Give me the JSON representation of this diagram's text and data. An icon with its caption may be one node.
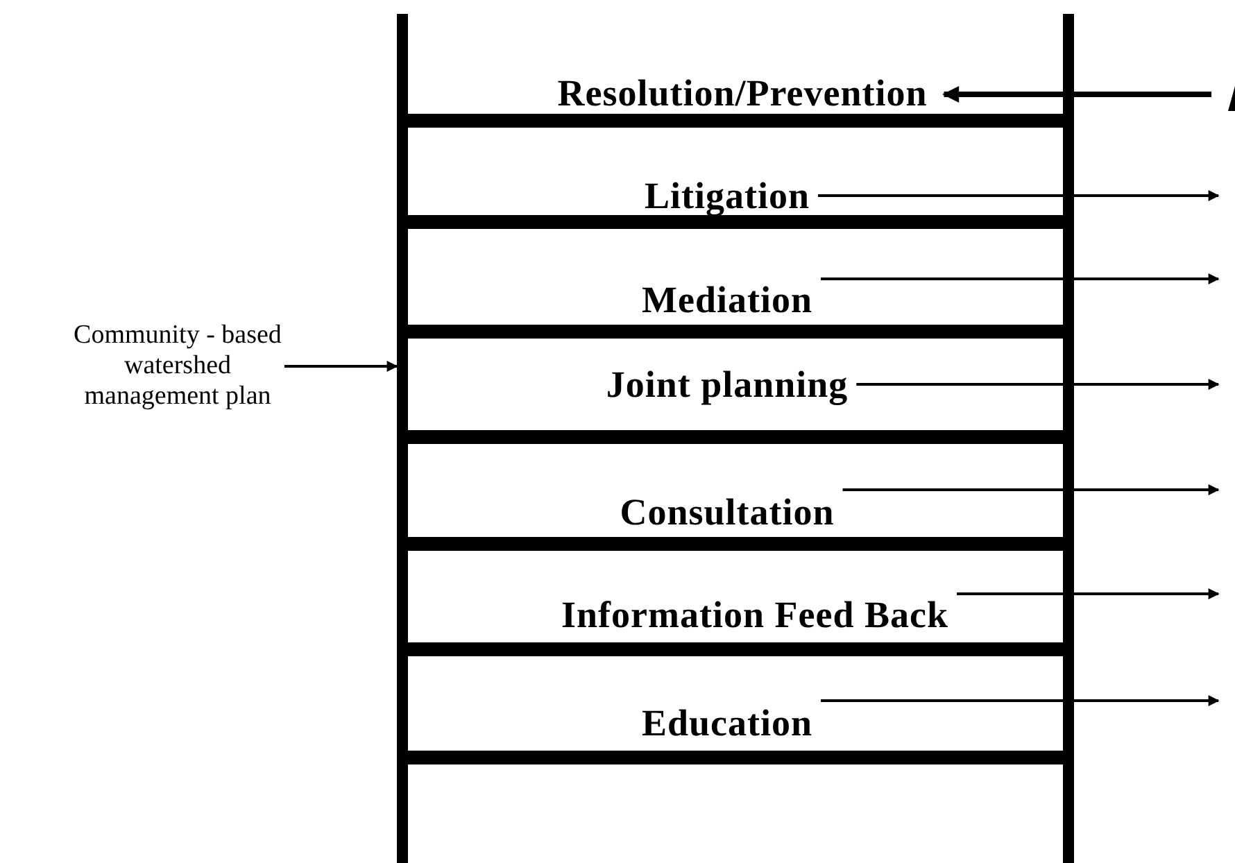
{
  "diagram": {
    "nodes": [
      {
        "text": [
          "Community - based watershed management plan"
        ]
      },
      {
        "text": [],
        "shape": "ladder"
      },
      {
        "text": [
          "Resolution/Prevention"
        ],
        "in": 1
      },
      {
        "text": [
          "Litigation"
        ],
        "in": 1
      },
      {
        "text": [
          "Mediation"
        ],
        "in": 1
      },
      {
        "text": [
          "Joint planning"
        ],
        "in": 1
      },
      {
        "text": [
          "Consultation"
        ],
        "in": 1
      },
      {
        "text": [
          "Information Feed Back"
        ],
        "in": 1
      },
      {
        "text": [
          "Education"
        ],
        "in": 1
      }
    ],
    "edges": [
      {
        "from": null,
        "to": 2,
        "arrow": "to",
        "style": "thick"
      },
      {
        "from": 3,
        "to": null,
        "arrow": "to"
      },
      {
        "from": 4,
        "to": null,
        "arrow": "to"
      },
      {
        "from": 5,
        "to": null,
        "arrow": "to"
      },
      {
        "from": 6,
        "to": null,
        "arrow": "to"
      },
      {
        "from": 7,
        "to": null,
        "arrow": "to"
      },
      {
        "from": 8,
        "to": null,
        "arrow": "to"
      },
      {
        "from": 0,
        "to": 1,
        "arrow": "to"
      }
    ]
  }
}
